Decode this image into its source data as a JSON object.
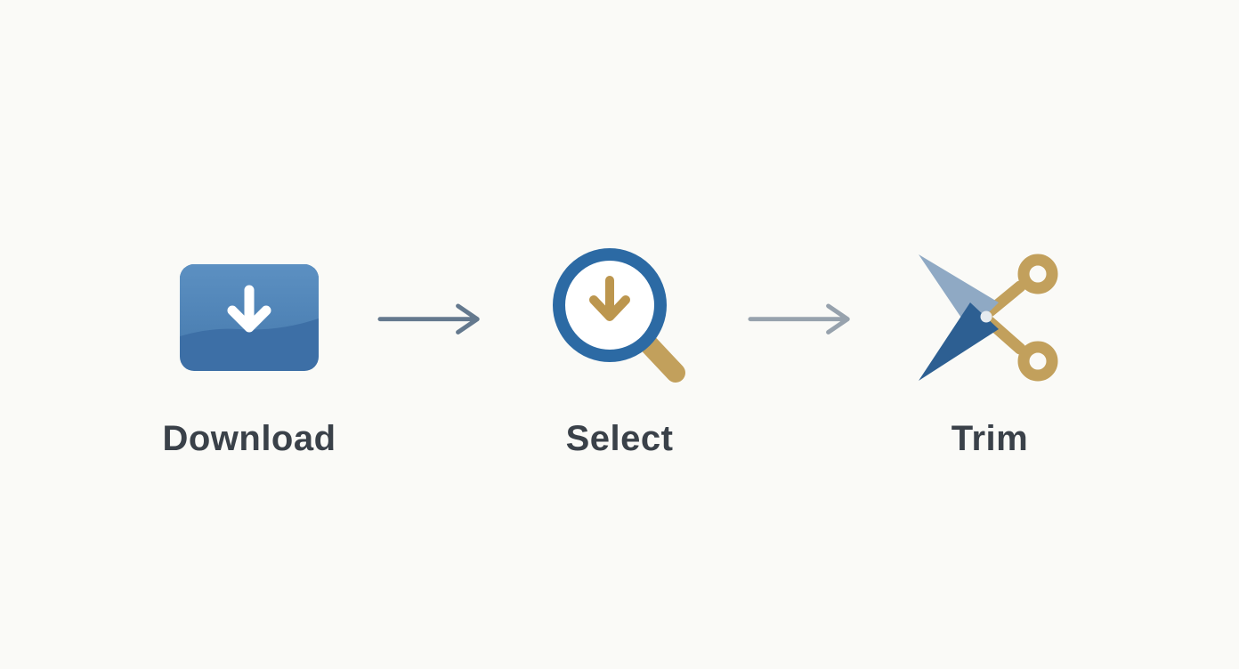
{
  "diagram": {
    "type": "process-flow",
    "steps": [
      {
        "id": "download",
        "label": "Download",
        "icon": "download-icon"
      },
      {
        "id": "select",
        "label": "Select",
        "icon": "magnifier-download-icon"
      },
      {
        "id": "trim",
        "label": "Trim",
        "icon": "scissors-icon"
      }
    ],
    "connectors": [
      {
        "from": "Download",
        "to": "Select",
        "icon": "right-arrow-icon"
      },
      {
        "from": "Select",
        "to": "Trim",
        "icon": "right-arrow-icon"
      }
    ],
    "colors": {
      "background": "#FAFAF7",
      "label_text": "#3A4149",
      "download_top": "#5C90C2",
      "download_top2": "#4C80B3",
      "download_bottom": "#3D6FA6",
      "download_arrow": "#FFFFFF",
      "primary_blue": "#2C6AA4",
      "gold": "#C2A05C",
      "gold_dark": "#BC964E",
      "blade_light": "#8FA9C4",
      "blade_dark": "#2D5F92",
      "arrow_gray": "#64798E",
      "arrow_gray_light": "#97A2AD"
    }
  }
}
